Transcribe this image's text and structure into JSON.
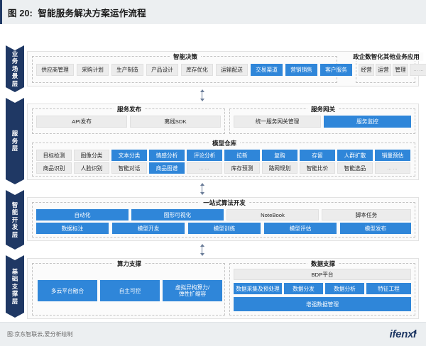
{
  "header": {
    "figure_label": "图 20:",
    "title": "智能服务解决方案运作流程"
  },
  "layers": [
    {
      "id": "business",
      "label": "业务场景层"
    },
    {
      "id": "service",
      "label": "服务层"
    },
    {
      "id": "intelligent_dev",
      "label": "智能开发层"
    },
    {
      "id": "foundation",
      "label": "基础支撑层"
    }
  ],
  "business_layer": {
    "groups": [
      {
        "title": "智能决策",
        "items": [
          {
            "label": "供应商管理",
            "highlight": false
          },
          {
            "label": "采购计划",
            "highlight": false
          },
          {
            "label": "生产制造",
            "highlight": false
          },
          {
            "label": "产品设计",
            "highlight": false
          },
          {
            "label": "库存优化",
            "highlight": false
          },
          {
            "label": "运输配送",
            "highlight": false
          },
          {
            "label": "交易渠道",
            "highlight": true
          },
          {
            "label": "营销销售",
            "highlight": true
          },
          {
            "label": "客户服务",
            "highlight": true
          }
        ]
      },
      {
        "title": "政企数智化其他业务应用",
        "items": [
          {
            "label": "经营",
            "highlight": false
          },
          {
            "label": "运营",
            "highlight": false
          },
          {
            "label": "管理",
            "highlight": false
          },
          {
            "label": "……",
            "highlight": false,
            "dots": true
          }
        ]
      }
    ]
  },
  "service_layer": {
    "groups": [
      {
        "title": "服务发布",
        "items": [
          {
            "label": "API发布",
            "highlight": false
          },
          {
            "label": "离线SDK",
            "highlight": false
          }
        ]
      },
      {
        "title": "服务网关",
        "items": [
          {
            "label": "统一服务网关管理",
            "highlight": false
          },
          {
            "label": "服务监控",
            "highlight": true
          }
        ]
      }
    ],
    "model_repo": {
      "title": "模型仓库",
      "row1": [
        {
          "label": "目标检测",
          "highlight": false
        },
        {
          "label": "图像分类",
          "highlight": false
        },
        {
          "label": "文本分类",
          "highlight": true
        },
        {
          "label": "情感分析",
          "highlight": true
        },
        {
          "label": "评论分析",
          "highlight": true
        },
        {
          "label": "拉新",
          "highlight": true
        },
        {
          "label": "复购",
          "highlight": true
        },
        {
          "label": "存留",
          "highlight": true
        },
        {
          "label": "人群扩散",
          "highlight": true
        },
        {
          "label": "销量预估",
          "highlight": true
        }
      ],
      "row2": [
        {
          "label": "商品识别",
          "highlight": false
        },
        {
          "label": "人脸识别",
          "highlight": false
        },
        {
          "label": "智能对话",
          "highlight": false
        },
        {
          "label": "商品图谱",
          "highlight": true
        },
        {
          "label": "……",
          "highlight": false,
          "dots": true
        },
        {
          "label": "库存预测",
          "highlight": false
        },
        {
          "label": "路网规划",
          "highlight": false
        },
        {
          "label": "智能比价",
          "highlight": false
        },
        {
          "label": "智能选品",
          "highlight": false
        },
        {
          "label": "……",
          "highlight": false,
          "dots": true
        }
      ]
    }
  },
  "intelligent_dev_layer": {
    "title": "一站式算法开发",
    "row1": [
      {
        "label": "自动化",
        "highlight": true
      },
      {
        "label": "图形可视化",
        "highlight": true
      },
      {
        "label": "NoteBook",
        "highlight": false
      },
      {
        "label": "脚本任务",
        "highlight": false
      }
    ],
    "row2": [
      {
        "label": "数据标注",
        "highlight": true
      },
      {
        "label": "模型开发",
        "highlight": true
      },
      {
        "label": "模型训练",
        "highlight": true
      },
      {
        "label": "模型评估",
        "highlight": true
      },
      {
        "label": "模型发布",
        "highlight": true
      }
    ]
  },
  "foundation_layer": {
    "compute": {
      "title": "算力支撑",
      "items": [
        {
          "label": "多云平台融合",
          "highlight": true
        },
        {
          "label": "自主可控",
          "highlight": true
        },
        {
          "label": "虚拟异构算力/\n弹性扩缩容",
          "highlight": true
        }
      ]
    },
    "data": {
      "title": "数据支撑",
      "platform": {
        "label": "BDP平台",
        "highlight": false
      },
      "row": [
        {
          "label": "数据采集及预处理",
          "highlight": true
        },
        {
          "label": "数据分发",
          "highlight": true
        },
        {
          "label": "数据分析",
          "highlight": true
        },
        {
          "label": "特征工程",
          "highlight": true
        }
      ],
      "wide": {
        "label": "增强数据管理",
        "highlight": true
      }
    }
  },
  "footer": {
    "source": "图:京东智联云,爱分析绘制",
    "brand": "ifenxi"
  },
  "colors": {
    "accent_blue": "#2f86d9",
    "ribbon_navy": "#1f3864",
    "chip_grey": "#ececec",
    "header_bg": "#eceff1"
  }
}
